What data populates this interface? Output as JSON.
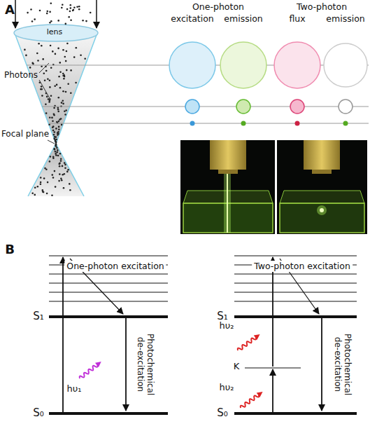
{
  "diagram": {
    "labels": [
      "A",
      "lens",
      "One-photon",
      "Two-photon",
      "excitation",
      "emission",
      "flux",
      "emission",
      "Photons",
      "Focal plane",
      "B",
      "One-photon excitation",
      "Two-photon excitation",
      "S₁",
      "Photochemical de-excitation",
      "S₁",
      "Photochemical de-excitation",
      "hυ₁",
      "hυ₂",
      "K",
      "hυ₂",
      "S₀",
      "S₀"
    ]
  }
}
